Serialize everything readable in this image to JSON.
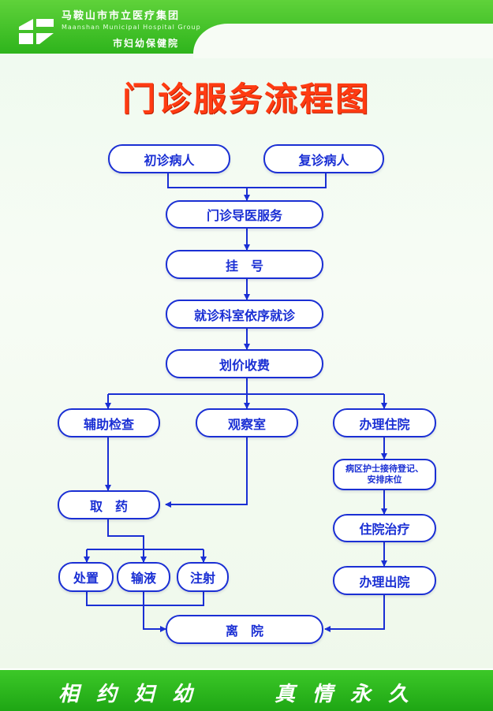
{
  "header": {
    "org_name": "马鞍山市市立医疗集团",
    "org_name_en": "Maanshan Municipal Hospital Group",
    "sub_org": "市妇幼保健院"
  },
  "title": "门诊服务流程图",
  "nodes": {
    "initial_patient": "初诊病人",
    "return_patient": "复诊病人",
    "guide_service": "门诊导医服务",
    "registration": "挂　号",
    "consultation": "就诊科室依序就诊",
    "billing": "划价收费",
    "auxiliary_exam": "辅助检查",
    "observation_room": "观察室",
    "admission": "办理住院",
    "ward_nurse_line1": "病区护士接待登记、",
    "ward_nurse_line2": "安排床位",
    "get_medicine": "取　药",
    "inpatient_treatment": "住院治疗",
    "treatment": "处置",
    "infusion": "输液",
    "injection": "注射",
    "discharge_procedure": "办理出院",
    "leave_hospital": "离　院"
  },
  "footer": {
    "slogan_left": "相约妇幼",
    "slogan_right": "真情永久"
  },
  "colors": {
    "brand_green": "#2eb41c",
    "title_red": "#ff3b12",
    "flow_blue": "#1a2fd4"
  }
}
